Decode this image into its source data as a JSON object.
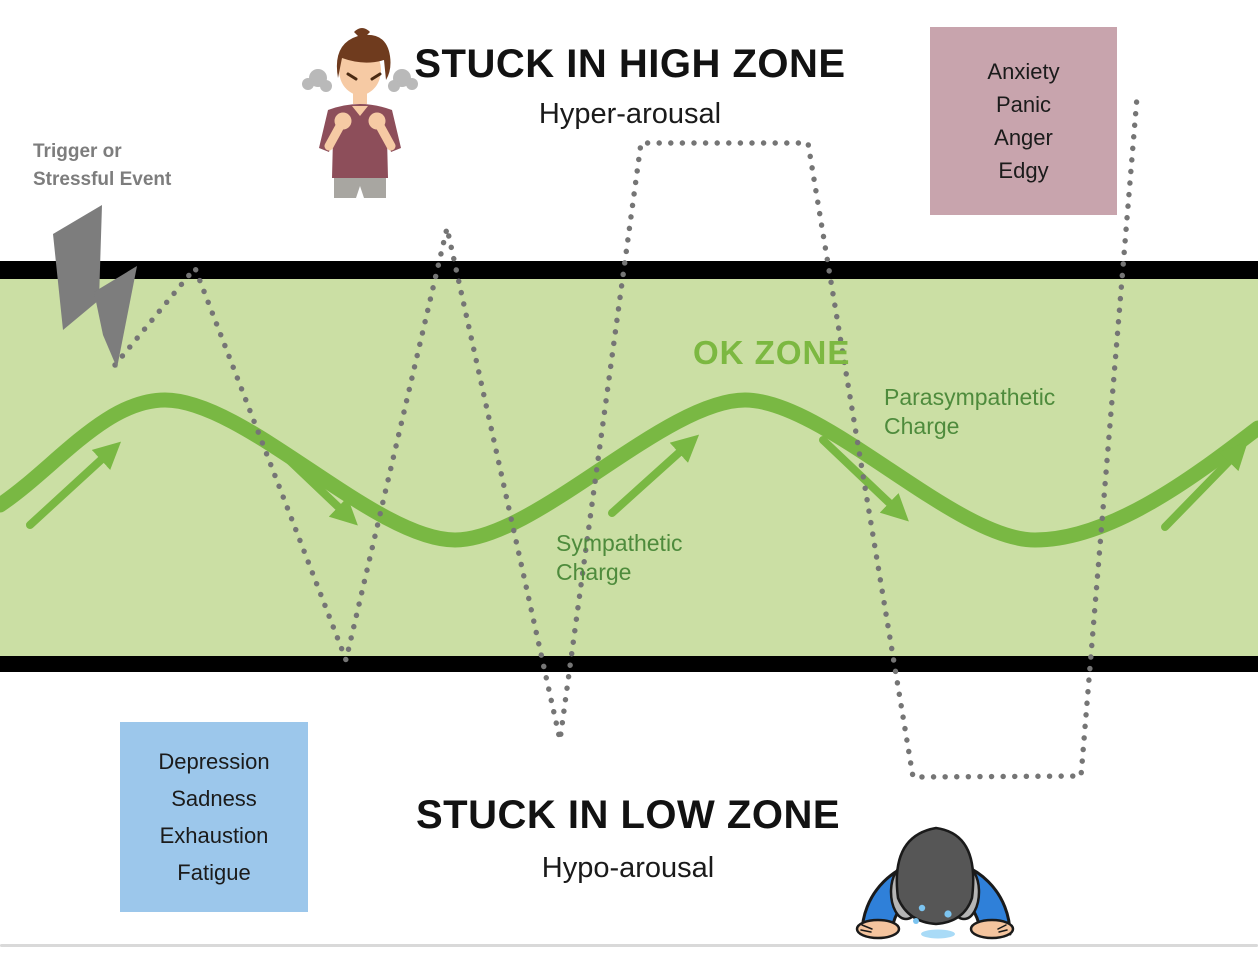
{
  "diagram": {
    "high_zone": {
      "title": "STUCK IN HIGH ZONE",
      "subtitle": "Hyper-arousal"
    },
    "low_zone": {
      "title": "STUCK IN LOW ZONE",
      "subtitle": "Hypo-arousal"
    },
    "trigger": {
      "line1": "Trigger or",
      "line2": "Stressful Event"
    },
    "ok_zone_label": "OK ZONE",
    "parasympathetic": {
      "line1": "Parasympathetic",
      "line2": "Charge"
    },
    "sympathetic": {
      "line1": "Sympathetic",
      "line2": "Charge"
    },
    "high_symptoms": [
      "Anxiety",
      "Panic",
      "Anger",
      "Edgy"
    ],
    "low_symptoms": [
      "Depression",
      "Sadness",
      "Exhaustion",
      "Fatigue"
    ],
    "icons": {
      "angry_person": "angry-person-icon",
      "lightning": "lightning-bolt-icon",
      "bowing_person": "bowing-person-icon"
    },
    "colors": {
      "band_green": "#cbdfa4",
      "wave_green": "#79b843",
      "ok_zone_text_green": "#7cb841",
      "charge_text_green": "#4e8b3c",
      "dotted_path_gray": "#757575",
      "trigger_gray": "#7d7d7d",
      "high_symptom_box_pink": "#c8a4ad",
      "low_symptom_box_blue": "#9cc7eb",
      "boundary_bar_black": "#000000"
    }
  }
}
